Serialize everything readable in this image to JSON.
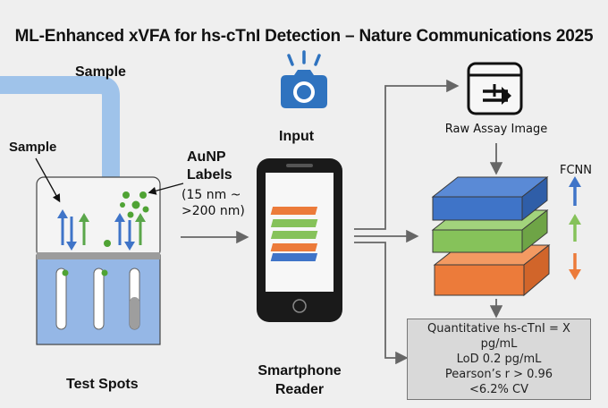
{
  "title": "ML-Enhanced xVFA for hs-cTnI Detection – Nature Communications 2025",
  "labels": {
    "sample_top": "Sample",
    "sample_side": "Sample",
    "aunp_line1": "AuNP",
    "aunp_line2": "Labels",
    "aunp_size_line1": "(15 nm ~",
    "aunp_size_line2": ">200 nm)",
    "test_spots": "Test Spots",
    "input": "Input",
    "smartphone_line1": "Smartphone",
    "smartphone_line2": "Reader",
    "raw_assay_image": "Raw Assay Image",
    "fcnn": "FCNN"
  },
  "results": [
    "Quantitative hs-cTnI = X pg/mL",
    "LoD 0.2 pg/mL",
    "Pearson’s r > 0.96",
    "<6.2% CV"
  ],
  "colors": {
    "flow_blue": "#9fc3ea",
    "layer_blue": "#3f74c8",
    "layer_green": "#86c25a",
    "layer_orange": "#ec7b3a",
    "aunp_green": "#4fa334",
    "camera_blue": "#2f73bf",
    "well_blue": "#95b7e6"
  },
  "icons": [
    "camera-icon",
    "phone-icon",
    "image-icon"
  ]
}
